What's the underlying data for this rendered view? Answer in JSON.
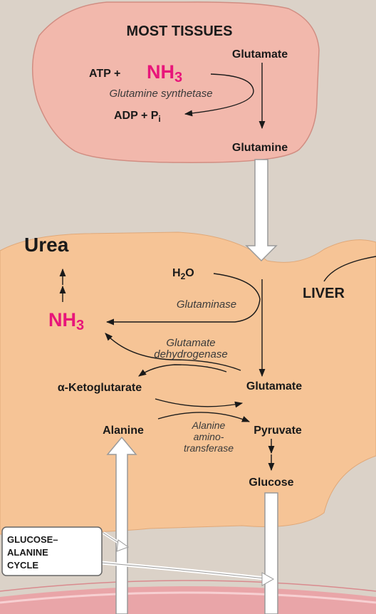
{
  "colors": {
    "background": "#dbd2c8",
    "tissue_fill": "#f2b8ac",
    "liver_fill": "#f6c496",
    "ammonia": "#e8157a",
    "muscle_band": "#e9a5a8"
  },
  "tissues": {
    "heading": "MOST TISSUES",
    "glutamate": "Glutamate",
    "atp_plus": "ATP +",
    "nh3": "NH",
    "nh3_sub": "3",
    "enzyme": "Glutamine synthetase",
    "adp_pi": "ADP + P",
    "pi_sub": "i",
    "glutamine": "Glutamine"
  },
  "liver": {
    "heading": "LIVER",
    "urea": "Urea",
    "nh3": "NH",
    "nh3_sub": "3",
    "h2o": "H",
    "h2o_sub": "2",
    "h2o_o": "O",
    "glutaminase": "Glutaminase",
    "gdh_line1": "Glutamate",
    "gdh_line2": "dehydrogenase",
    "alpha_kg": "α-Ketoglutarate",
    "glutamate": "Glutamate",
    "alanine": "Alanine",
    "pyruvate": "Pyruvate",
    "alt_line1": "Alanine",
    "alt_line2": "amino-",
    "alt_line3": "transferase",
    "glucose": "Glucose"
  },
  "cycle": {
    "line1": "GLUCOSE–",
    "line2": "ALANINE",
    "line3": "CYCLE"
  }
}
